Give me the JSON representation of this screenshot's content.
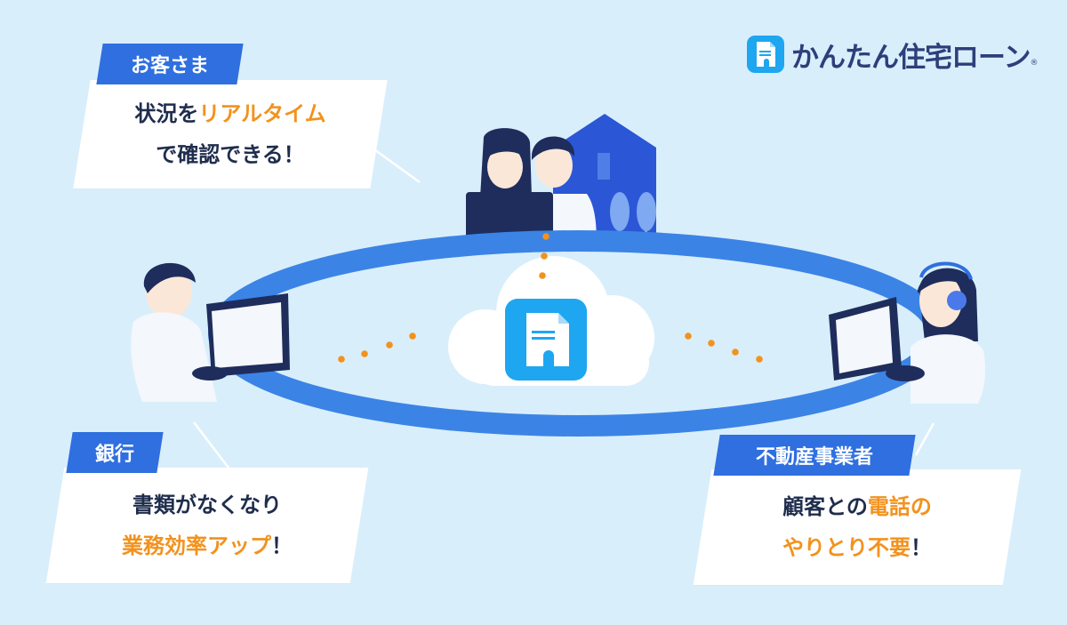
{
  "brand": {
    "name": "かんたん住宅ローン",
    "registered_mark": "®",
    "icon": "document-building-icon",
    "color": "#1ea6f0"
  },
  "colors": {
    "background": "#d9eefb",
    "tag": "#2f6fdf",
    "accent": "#f2921d",
    "text": "#1f2d4d",
    "ring": "#3b84e6",
    "house": "#2b56d6"
  },
  "customer": {
    "tag": "お客さま",
    "line1_pre": "状況を",
    "line1_accent": "リアルタイム",
    "line2": "で確認できる！"
  },
  "bank": {
    "tag": "銀行",
    "line1": "書類がなくなり",
    "line2_accent": "業務効率アップ",
    "line2_post": "！"
  },
  "realtor": {
    "tag": "不動産事業者",
    "line1_pre": "顧客との",
    "line1_accent": "電話の",
    "line2_accent": "やりとり不要",
    "line2_post": "！"
  },
  "icons": [
    "cloud-icon",
    "app-document-icon",
    "house-icon",
    "tree-icon",
    "laptop-icon",
    "headset-icon"
  ]
}
